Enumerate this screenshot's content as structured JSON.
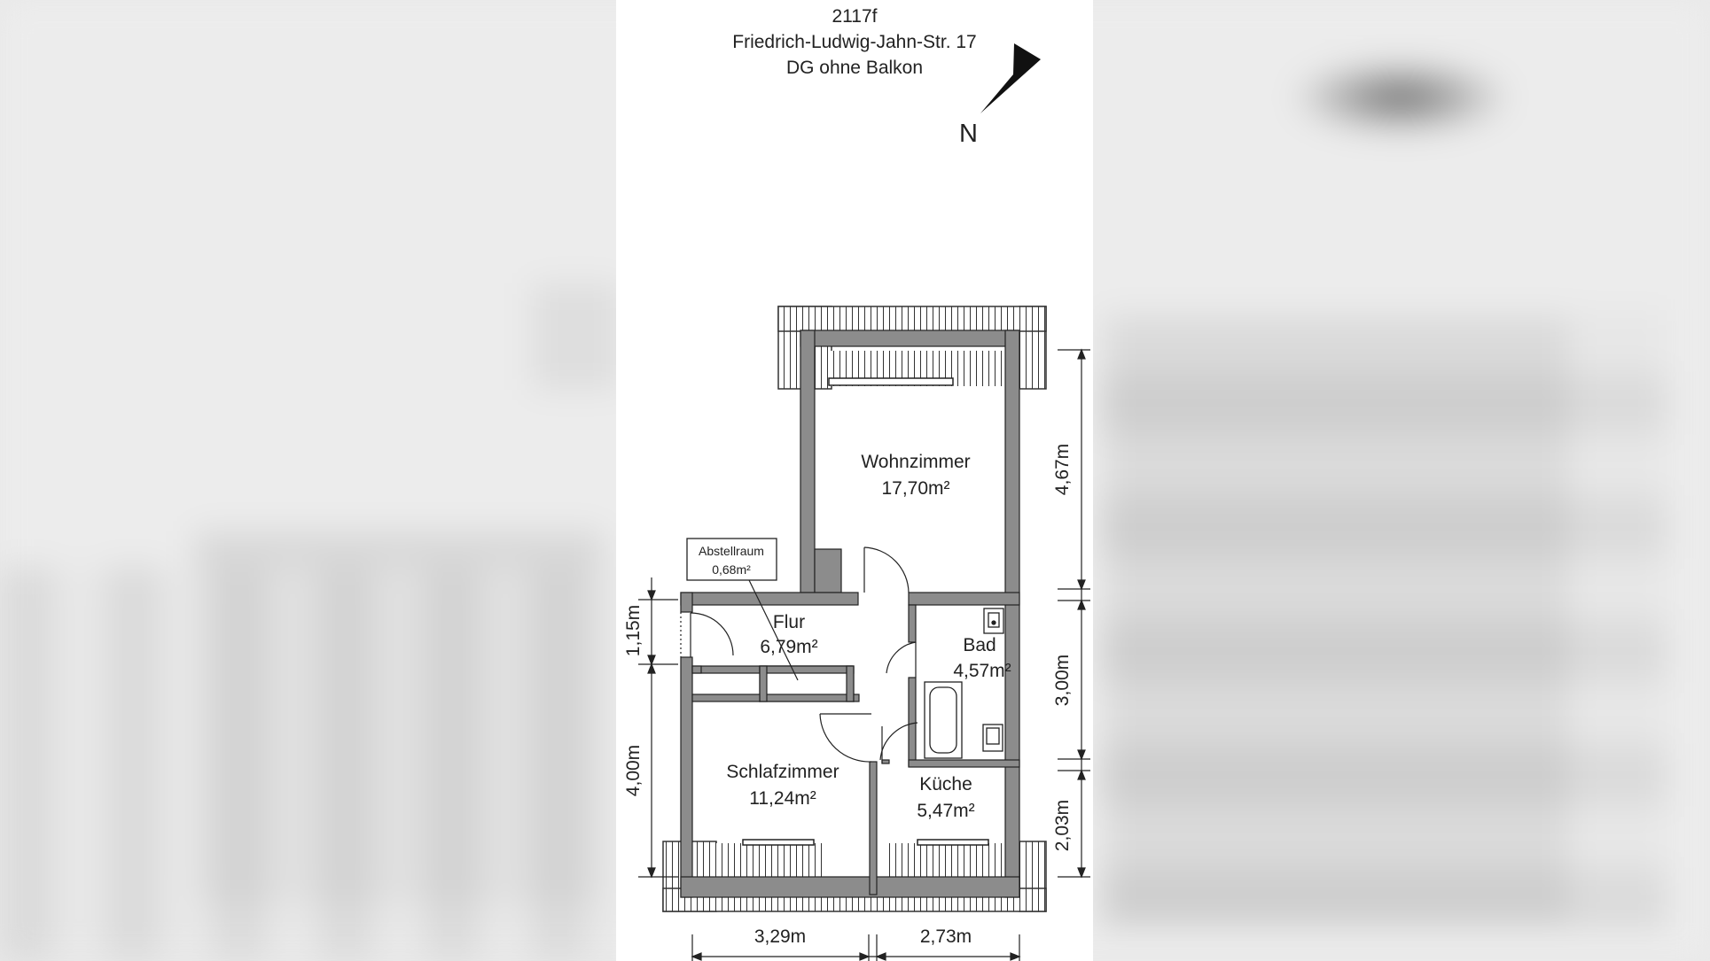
{
  "header": {
    "id": "2117f",
    "address": "Friedrich-Ludwig-Jahn-Str. 17",
    "floor": "DG ohne Balkon"
  },
  "compass": {
    "label": "N"
  },
  "rooms": {
    "wohnzimmer": {
      "name": "Wohnzimmer",
      "area": "17,70m²"
    },
    "abstellraum": {
      "name": "Abstellraum",
      "area": "0,68m²"
    },
    "flur": {
      "name": "Flur",
      "area": "6,79m²"
    },
    "bad": {
      "name": "Bad",
      "area": "4,57m²"
    },
    "schlafzimmer": {
      "name": "Schlafzimmer",
      "area": "11,24m²"
    },
    "kueche": {
      "name": "Küche",
      "area": "5,47m²"
    }
  },
  "dimensions": {
    "right_top": "4,67m",
    "right_middle": "3,00m",
    "right_bottom": "2,03m",
    "left_top": "1,15m",
    "left_bottom": "4,00m",
    "bottom_left": "3,29m",
    "bottom_right": "2,73m"
  },
  "colors": {
    "wall": "#8c8c8c",
    "line": "#222222",
    "background": "#ffffff"
  }
}
